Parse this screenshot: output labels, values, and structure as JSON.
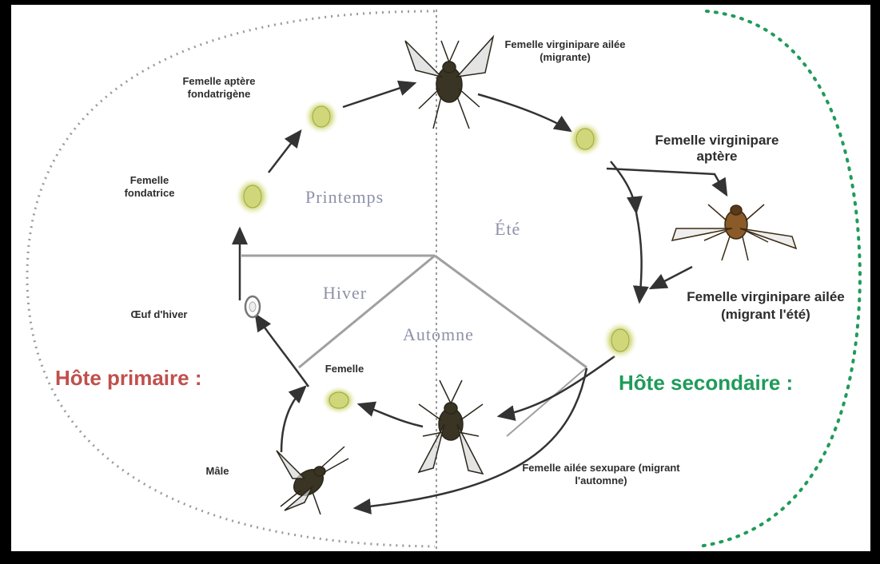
{
  "diagram": {
    "seasons": {
      "spring": "Printemps",
      "summer": "Été",
      "winter": "Hiver",
      "autumn": "Automne"
    },
    "hosts": {
      "primary": "Hôte primaire :",
      "secondary": "Hôte secondaire :",
      "primary_color": "#c0504d",
      "secondary_color": "#1f9b5a"
    },
    "stages": {
      "winged_virginiparous_migrant": "Femelle virginipare ailée (migrante)",
      "wingless_fundatrigenous": "Femelle aptère fondatrigène",
      "fundatrix": "Femelle fondatrice",
      "wingless_virginiparous": "Femelle virginipare aptère",
      "winged_virginiparous_summer": "Femelle virginipare ailée (migrant l'été)",
      "winter_egg": "Œuf d'hiver",
      "female": "Femelle",
      "male": "Mâle",
      "winged_sexupara": "Femelle ailée sexupare (migrant l'automne)"
    },
    "colors": {
      "nymph_fill": "#d6dd8a",
      "insect_body": "#2f2a1e",
      "arrow": "#333333",
      "dotted_divider": "#9a9a9a",
      "dotted_ellipse_left": "#9a9a9a",
      "dotted_ellipse_right": "#1f9b5a"
    }
  }
}
